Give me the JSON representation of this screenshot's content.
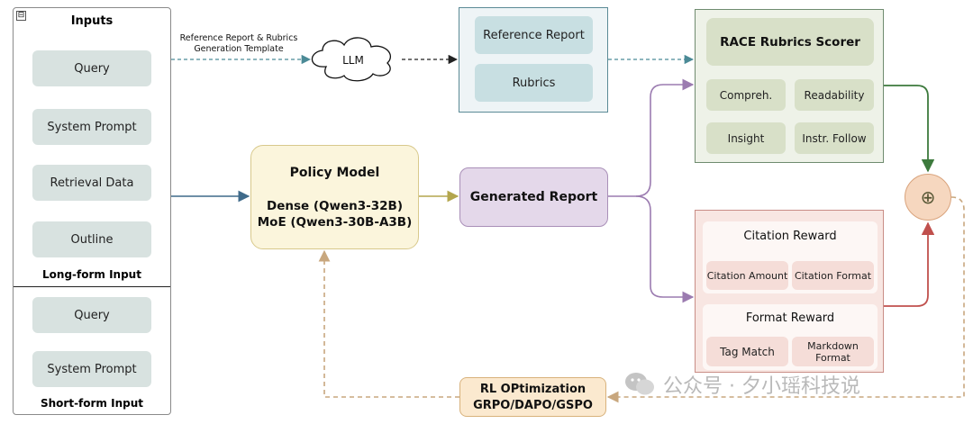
{
  "inputs": {
    "title": "Inputs",
    "collapse_icon": "⊟",
    "long_form_items": [
      "Query",
      "System Prompt",
      "Retrieval Data",
      "Outline"
    ],
    "long_form_label": "Long-form Input",
    "short_form_items": [
      "Query",
      "System Prompt"
    ],
    "short_form_label": "Short-form Input"
  },
  "edge_label": {
    "line1": "Reference Report & Rubrics",
    "line2": "Generation Template"
  },
  "llm": "LLM",
  "reference": {
    "report": "Reference Report",
    "rubrics": "Rubrics"
  },
  "race": {
    "title": "RACE Rubrics Scorer",
    "items": [
      "Compreh.",
      "Readability",
      "Insight",
      "Instr. Follow"
    ]
  },
  "policy": {
    "title": "Policy Model",
    "line1": "Dense (Qwen3-32B)",
    "line2": "MoE (Qwen3-30B-A3B)"
  },
  "generated": "Generated Report",
  "citation": {
    "title": "Citation Reward",
    "items": [
      "Citation Amount",
      "Citation Format"
    ]
  },
  "format": {
    "title": "Format Reward",
    "items": [
      "Tag Match",
      "Markdown\nFormat"
    ]
  },
  "combine_symbol": "⊕",
  "rl": {
    "title": "RL OPtimization",
    "methods": "GRPO/DAPO/GSPO"
  },
  "watermark": "公众号 · 夕小瑶科技说",
  "colors": {
    "policy_fill": "#fbf5dc",
    "generated_fill": "#e4d8ea",
    "race_edge": "#3d7a3d",
    "reward_edge": "#c0504d",
    "purple_edge": "#9b7bb0",
    "feedback_edge": "#c8a77e",
    "input_edge": "#3f6a8a"
  }
}
